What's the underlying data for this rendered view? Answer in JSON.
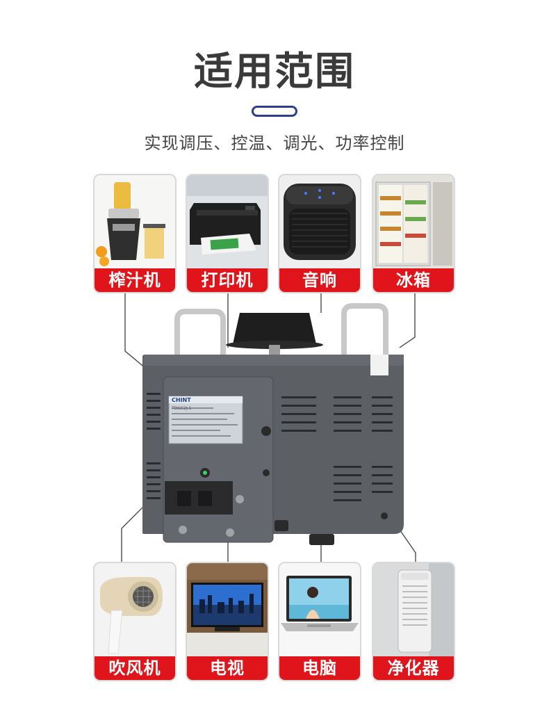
{
  "header": {
    "title": "适用范围",
    "subtitle": "实现调压、控温、调光、功率控制"
  },
  "device": {
    "brand": "CHINT",
    "model": "TDGC2J-1"
  },
  "top_cards": [
    {
      "label": "榨汁机",
      "icon": "juicer-icon"
    },
    {
      "label": "打印机",
      "icon": "printer-icon"
    },
    {
      "label": "音响",
      "icon": "speaker-icon"
    },
    {
      "label": "冰箱",
      "icon": "fridge-icon"
    }
  ],
  "bottom_cards": [
    {
      "label": "吹风机",
      "icon": "hair-dryer-icon"
    },
    {
      "label": "电视",
      "icon": "tv-icon"
    },
    {
      "label": "电脑",
      "icon": "laptop-icon"
    },
    {
      "label": "净化器",
      "icon": "air-purifier-icon"
    }
  ],
  "colors": {
    "accent_red": "#e0141b",
    "pill_blue": "#2c3f8a",
    "device_gray": "#5a5d62"
  }
}
